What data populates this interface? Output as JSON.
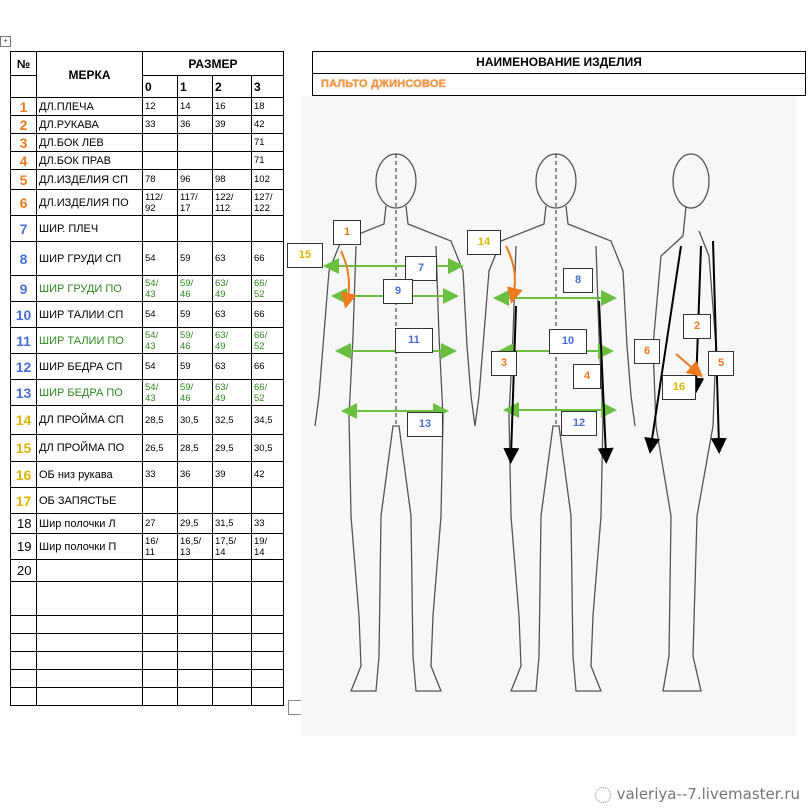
{
  "table": {
    "headers": {
      "num": "№",
      "name": "МЕРКА",
      "size": "РАЗМЕР"
    },
    "sizes": [
      "0",
      "1",
      "2",
      "3"
    ],
    "rows": [
      {
        "num": "1",
        "name": "ДЛ.ПЛЕЧА",
        "values": [
          "12",
          "14",
          "16",
          "18"
        ]
      },
      {
        "num": "2",
        "name": "ДЛ.РУКАВА",
        "values": [
          "33",
          "36",
          "39",
          "42"
        ]
      },
      {
        "num": "3",
        "name": "ДЛ.БОК ЛЕВ",
        "values": [
          "",
          "",
          "",
          "71"
        ]
      },
      {
        "num": "4",
        "name": "ДЛ.БОК ПРАВ",
        "values": [
          "",
          "",
          "",
          "71"
        ]
      },
      {
        "num": "5",
        "name": "ДЛ.ИЗДЕЛИЯ СП",
        "values": [
          "78",
          "96",
          "98",
          "102"
        ]
      },
      {
        "num": "6",
        "name": "ДЛ.ИЗДЕЛИЯ ПО",
        "values": [
          "112/\n92",
          "117/\n17",
          "122/\n112",
          "127/\n122"
        ]
      },
      {
        "num": "7",
        "name": "ШИР. ПЛЕЧ",
        "values": [
          "",
          "",
          "",
          ""
        ]
      },
      {
        "num": "8",
        "name": "ШИР ГРУДИ СП",
        "values": [
          "54",
          "59",
          "63",
          "66"
        ]
      },
      {
        "num": "9",
        "name": "ШИР ГРУДИ ПО",
        "values": [
          "54/\n43",
          "59/\n46",
          "63/\n49",
          "66/\n52"
        ]
      },
      {
        "num": "10",
        "name": "ШИР ТАЛИИ СП",
        "values": [
          "54",
          "59",
          "63",
          "66"
        ]
      },
      {
        "num": "11",
        "name": "ШИР ТАЛИИ ПО",
        "values": [
          "54/\n43",
          "59/\n46",
          "63/\n49",
          "66/\n52"
        ]
      },
      {
        "num": "12",
        "name": "ШИР БЕДРА СП",
        "values": [
          "54",
          "59",
          "63",
          "66"
        ]
      },
      {
        "num": "13",
        "name": "ШИР БЕДРА ПО",
        "values": [
          "54/\n43",
          "59/\n46",
          "63/\n49",
          "66/\n52"
        ]
      },
      {
        "num": "14",
        "name": "ДЛ ПРОЙМА СП",
        "values": [
          "28,5",
          "30,5",
          "32,5",
          "34,5"
        ]
      },
      {
        "num": "15",
        "name": "ДЛ ПРОЙМА ПО",
        "values": [
          "26,5",
          "28,5",
          "29,5",
          "30,5"
        ]
      },
      {
        "num": "16",
        "name": "ОБ низ рукава",
        "values": [
          "33",
          "36",
          "39",
          "42"
        ]
      },
      {
        "num": "17",
        "name": "ОБ ЗАПЯСТЬЕ",
        "values": [
          "",
          "",
          "",
          ""
        ]
      },
      {
        "num": "18",
        "name": "Шир полочки Л",
        "values": [
          "27",
          "29,5",
          "31,5",
          "33"
        ]
      },
      {
        "num": "19",
        "name": "Шир полочки П",
        "values": [
          "16/\n11",
          "16,5/\n13",
          "17,5/\n14",
          "19/\n14"
        ]
      },
      {
        "num": "20",
        "name": "",
        "values": [
          "",
          "",
          "",
          ""
        ]
      }
    ]
  },
  "product": {
    "title": "НАИМЕНОВАНИЕ ИЗДЕЛИЯ",
    "name": "ПАЛЬТО ДЖИНСОВОЕ"
  },
  "figure_tags": [
    "1",
    "2",
    "3",
    "4",
    "5",
    "6",
    "7",
    "8",
    "9",
    "10",
    "11",
    "12",
    "13",
    "14",
    "15",
    "16"
  ],
  "colors": {
    "orange": "#ee7a1e",
    "blue": "#4a6fd8",
    "green": "#2e8b1f",
    "gold": "#e0b400"
  },
  "watermark": "valeriya--7.livemaster.ru"
}
